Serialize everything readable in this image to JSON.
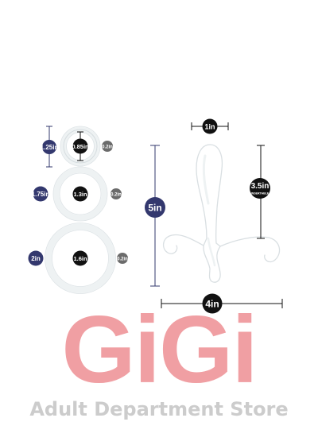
{
  "colors": {
    "navy": "#33386e",
    "dark": "#111111",
    "grey": "#6b6b6b",
    "ring_stroke": "#e3e8ea",
    "ring_shade": "#f2f5f6",
    "watermark": "#ee8f93",
    "store_text": "#cccccc"
  },
  "rings": {
    "small": {
      "outer": "1.25in",
      "inner": "0.85in",
      "thickness": "0.2in"
    },
    "medium": {
      "outer": "1.75in",
      "inner": "1.3in",
      "thickness": "0.2in"
    },
    "large": {
      "outer": "2in",
      "inner": "1.6in",
      "thickness": "0.2in"
    }
  },
  "massager": {
    "width_top": "1in",
    "insertable_value": "3.5in",
    "insertable_label": "INSERTABLE",
    "total_height": "5in",
    "total_width": "4in"
  },
  "watermark": {
    "logo": "GiGi",
    "tagline": "Adult Department Store"
  }
}
